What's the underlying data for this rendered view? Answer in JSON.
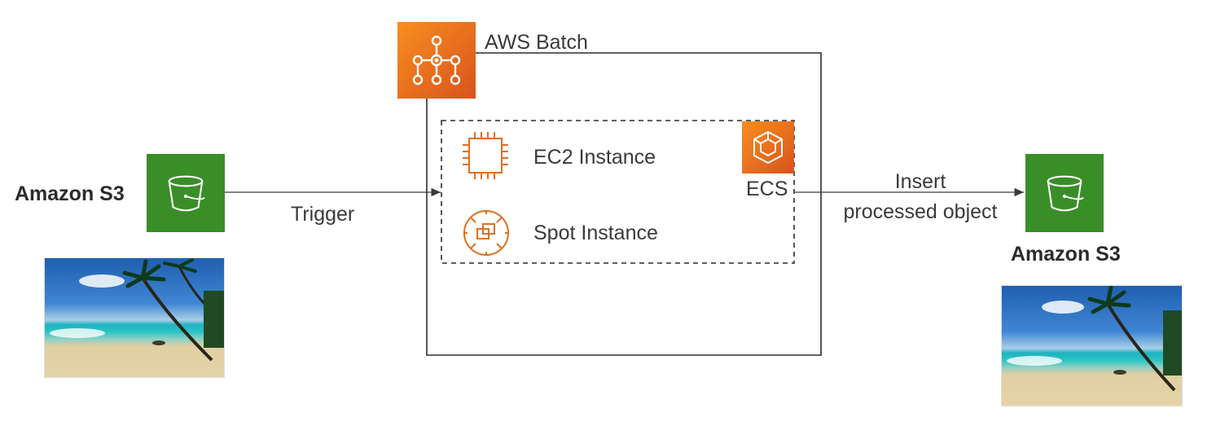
{
  "source_s3": {
    "title": "Amazon S3"
  },
  "trigger_label": "Trigger",
  "batch": {
    "title": "AWS Batch"
  },
  "compute": {
    "ec2_label": "EC2 Instance",
    "spot_label": "Spot Instance",
    "ecs_label": "ECS"
  },
  "insert_label": {
    "line1": "Insert",
    "line2": "processed object"
  },
  "dest_s3": {
    "title": "Amazon S3"
  },
  "colors": {
    "s3_green": "#3a8e28",
    "aws_orange": "#ed7100",
    "line": "#3a3a3a"
  },
  "icons": {
    "s3": "bucket-icon",
    "batch": "batch-network-icon",
    "ec2": "chip-icon",
    "spot": "spot-instance-icon",
    "ecs": "ecs-hexagon-icon"
  }
}
